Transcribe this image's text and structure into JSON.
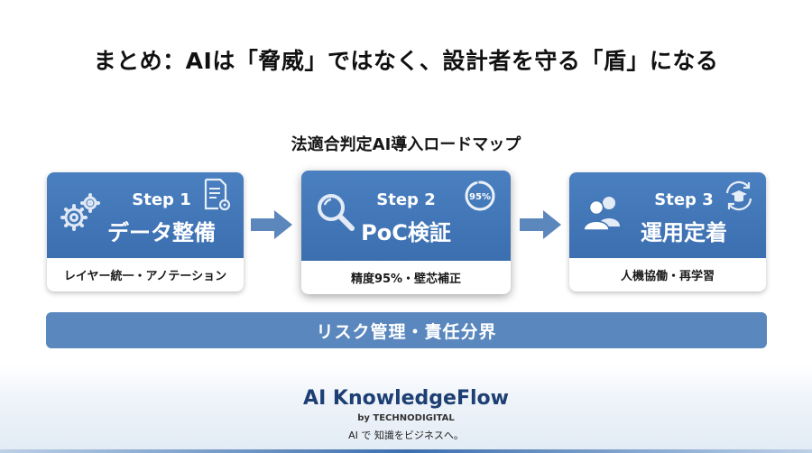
{
  "headline": "まとめ：AIは「脅威」ではなく、設計者を守る「盾」になる",
  "roadmap_title": "法適合判定AI導入ロードマップ",
  "steps": [
    {
      "label": "Step 1",
      "name": "データ整備",
      "detail": "レイヤー統一・アノテーション"
    },
    {
      "label": "Step 2",
      "name": "PoC検証",
      "detail": "精度95%・壁芯補正",
      "badge": "95%",
      "badge_progress": 0.95
    },
    {
      "label": "Step 3",
      "name": "運用定着",
      "detail": "人機協働・再学習"
    }
  ],
  "risk_bar": "リスク管理・責任分界",
  "footer": {
    "brand": "AI KnowledgeFlow",
    "by": "by TECHNODIGITAL",
    "tagline": "AI で 知識をビジネスへ。"
  },
  "colors": {
    "primary": "#3f74b5",
    "bar": "#5a87bd",
    "arrow": "#5b87bd"
  },
  "icons": [
    "gears-icon",
    "document-gear-icon",
    "magnifier-icon",
    "progress-ring-icon",
    "users-icon",
    "refresh-graduation-icon",
    "arrow-right-icon"
  ]
}
